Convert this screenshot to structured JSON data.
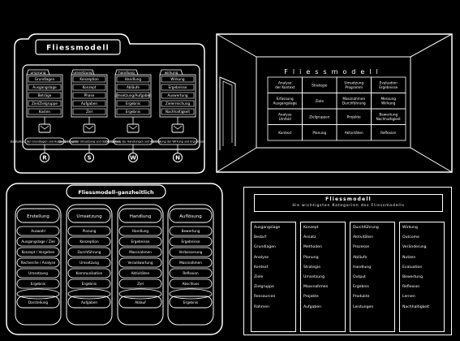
{
  "panel1": {
    "title": "Fliessmodell",
    "columns": [
      {
        "head": "ursprung",
        "items": [
          "Grundlagen",
          "Ausgangslage",
          "Beträge",
          "Ziel/Zielgruppe",
          "Kosten"
        ],
        "footer": "Darstellung der Grundlagen und Ausgangssituation"
      },
      {
        "head": "umsetzung",
        "items": [
          "Konzeption",
          "Konzept",
          "Phase",
          "Aufgaben",
          "Ziel"
        ],
        "footer": "Darstellung der Umsetzung und der Aufgaben"
      },
      {
        "head": "handlung",
        "items": [
          "Handlung",
          "Abläufe",
          "Umsetzung/Aufgaben",
          "Ergebnis",
          "Ergebnis"
        ],
        "footer": "Darstellung der Handlungen und Abläufe"
      },
      {
        "head": "wirkung",
        "items": [
          "Wirkung",
          "Ergebnisse",
          "Auswertung",
          "Zielerreichung",
          "Nachhaltigkeit"
        ],
        "footer": "Darstellung der Wirkung und Ergebnisse"
      }
    ],
    "letters": [
      "R",
      "S",
      "W",
      "N"
    ]
  },
  "panel2": {
    "title": "Fliessmodell",
    "grid": [
      [
        "Analyse der Kontext",
        "Strategie",
        "Umsetzung Programm",
        "Evaluation Ergebnisse"
      ],
      [
        "Erfassung Ausgangslage",
        "Ziele",
        "Massnahmen Durchführung",
        "Messung Wirkung"
      ],
      [
        "Analyse Umfeld",
        "Zielgruppen",
        "Projekte",
        "Bewertung Nachhaltigkeit"
      ],
      [
        "Kontext",
        "Planung",
        "Aktivitäten",
        "Reflexion"
      ]
    ]
  },
  "panel3": {
    "title": "Fliessmodell-ganzheitlich",
    "columns": [
      {
        "head": "Erstellung",
        "items": [
          "Auswahl",
          "Ausgangslage / Ziel",
          "Konzept / Vorgehen",
          "Recherche / Analyse",
          "Umsetzung",
          "Ergebnis"
        ],
        "footer": "Darstellung"
      },
      {
        "head": "Umsetzung",
        "items": [
          "Planung",
          "Konzeption",
          "Durchführung",
          "Umsetzung",
          "Kommunikation",
          "Ergebnis"
        ],
        "footer": "Aufgaben"
      },
      {
        "head": "Handlung",
        "items": [
          "Handlung",
          "Ergebnisse",
          "Massnahmen",
          "Verantwortung",
          "Aktivitäten",
          "Ziel"
        ],
        "footer": "Ablauf"
      },
      {
        "head": "Auflösung",
        "items": [
          "Bewertung",
          "Ergebnisse",
          "Verbesserung",
          "Massnahmen",
          "Reflexion",
          "Abschluss"
        ],
        "footer": "Ergebnis"
      }
    ]
  },
  "panel4": {
    "title": "Fliessmodell",
    "subtitle": "die wichtigsten Kategorien des Fliessmodells",
    "columns": [
      [
        "Ausgangslage",
        "Bedarf",
        "Grundlagen",
        "Analyse",
        "Kontext",
        "Ziele",
        "Zielgruppe",
        "Ressourcen",
        "Rahmen"
      ],
      [
        "Konzept",
        "Ansatz",
        "Methoden",
        "Planung",
        "Strategie",
        "Umsetzung",
        "Massnahmen",
        "Projekte",
        "Aufgaben"
      ],
      [
        "Durchführung",
        "Aktivitäten",
        "Prozesse",
        "Abläufe",
        "Handlung",
        "Output",
        "Ergebnis",
        "Produkte",
        "Leistungen"
      ],
      [
        "Wirkung",
        "Outcome",
        "Veränderung",
        "Nutzen",
        "Evaluation",
        "Bewertung",
        "Reflexion",
        "Lernen",
        "Nachhaltigkeit"
      ]
    ]
  }
}
